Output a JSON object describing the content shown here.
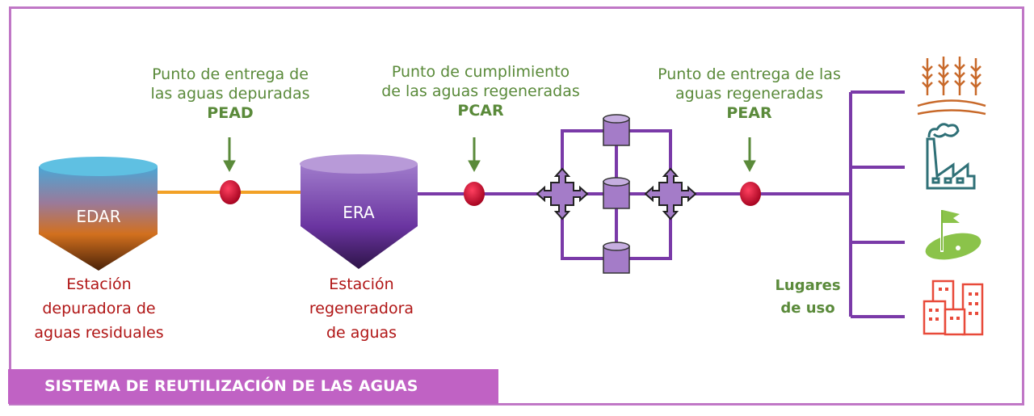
{
  "title": "SISTEMA DE REUTILIZACIÓN DE LAS AGUAS",
  "colors": {
    "frame": "#c077c6",
    "banner": "#c062c4",
    "green": "#5a8a3a",
    "red_text": "#b01515",
    "pipe_orange": "#f2a126",
    "pipe_purple": "#7a3aa8",
    "point": "#c8102e"
  },
  "stations": [
    {
      "code": "EDAR",
      "name_lines": [
        "Estación",
        "depuradora de",
        "aguas residuales"
      ]
    },
    {
      "code": "ERA",
      "name_lines": [
        "Estación",
        "regeneradora",
        "de aguas"
      ]
    }
  ],
  "points": [
    {
      "lines": [
        "Punto de entrega de",
        "las aguas depuradas"
      ],
      "code": "PEAD"
    },
    {
      "lines": [
        "Punto de cumplimiento",
        "de las aguas regeneradas"
      ],
      "code": "PCAR"
    },
    {
      "lines": [
        "Punto de entrega de las",
        "aguas regeneradas"
      ],
      "code": "PEAR"
    }
  ],
  "uses": {
    "label_lines": [
      "Lugares",
      "de uso"
    ],
    "icons": [
      "wheat-field-icon",
      "factory-icon",
      "golf-course-icon",
      "city-buildings-icon"
    ]
  }
}
